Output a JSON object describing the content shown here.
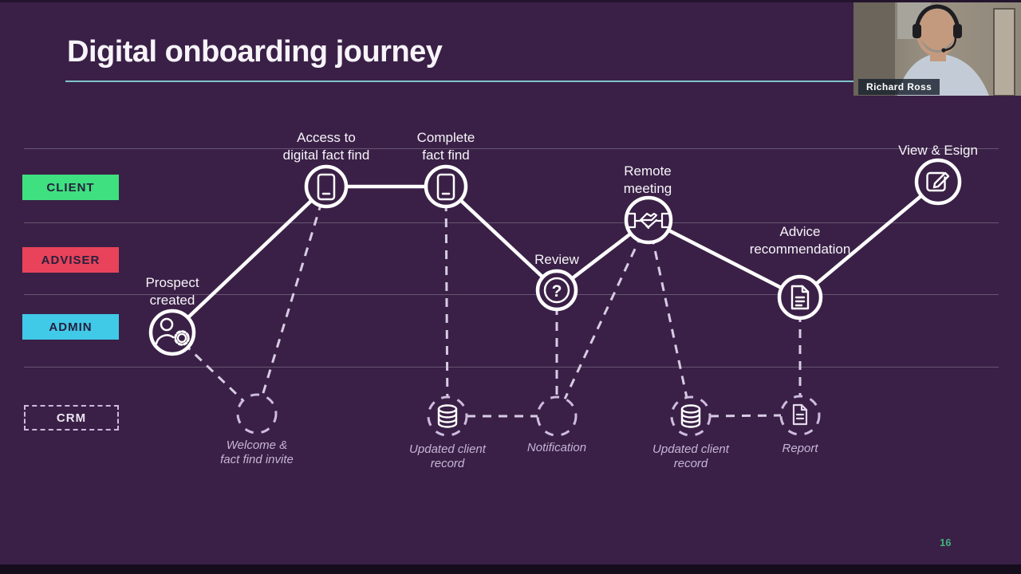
{
  "slide": {
    "title": "Digital onboarding journey",
    "page_number": "16",
    "colors": {
      "background": "#3a2046",
      "title_underline": "#7fc6ce",
      "client_badge": "#3fe07f",
      "adviser_badge": "#e8435a",
      "admin_badge": "#41c9e8",
      "crm_dashed": "#cdbcdd",
      "journey_line": "#ffffff",
      "page_number": "#3fb27c"
    },
    "lanes": [
      {
        "label": "CLIENT"
      },
      {
        "label": "ADVISER"
      },
      {
        "label": "ADMIN"
      },
      {
        "label": "CRM"
      }
    ],
    "journey_nodes": [
      {
        "label": "Prospect\ncreated",
        "icon": "person-gear-icon"
      },
      {
        "label": "Access to\ndigital fact find",
        "icon": "smartphone-icon"
      },
      {
        "label": "Complete\nfact find",
        "icon": "smartphone-icon"
      },
      {
        "label": "Review",
        "icon": "question-mark-icon"
      },
      {
        "label": "Remote\nmeeting",
        "icon": "handshake-icon"
      },
      {
        "label": "Advice\nrecommendation",
        "icon": "document-icon"
      },
      {
        "label": "View & Esign",
        "icon": "esign-pencil-icon"
      }
    ],
    "crm_nodes": [
      {
        "label": "Welcome &\nfact find invite",
        "icon": "empty-circle"
      },
      {
        "label": "Updated client\nrecord",
        "icon": "database-icon"
      },
      {
        "label": "Notification",
        "icon": "empty-circle"
      },
      {
        "label": "Updated client\nrecord",
        "icon": "database-icon"
      },
      {
        "label": "Report",
        "icon": "report-document-icon"
      }
    ],
    "icon_glyphs": {
      "question_mark": "?"
    }
  },
  "webcam": {
    "name": "Richard Ross"
  }
}
